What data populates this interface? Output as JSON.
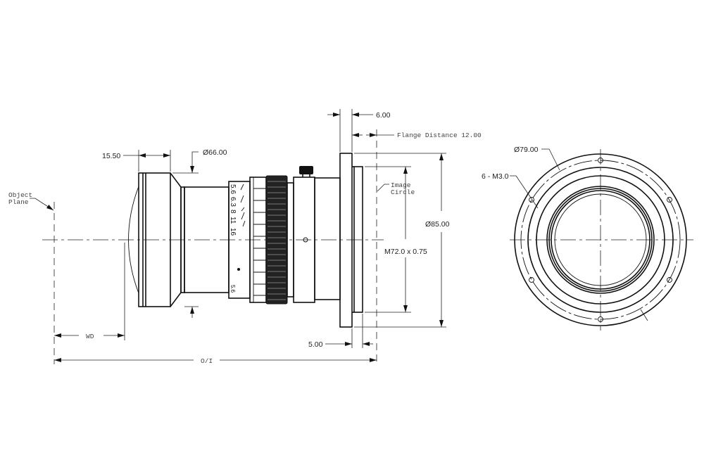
{
  "dimensions": {
    "front_length": "15.50",
    "front_diameter": "Ø66.00",
    "flange_thickness": "6.00",
    "flange_distance": "Flange Distance 12.00",
    "flange_diameter": "Ø85.00",
    "mount_thread": "M72.0 x 0.75",
    "mount_depth": "5.00",
    "working_distance": "WD",
    "object_to_image": "O/I",
    "bolt_circle": "Ø79.00",
    "mount_holes": "6 - M3.0"
  },
  "labels": {
    "object_plane_1": "Object",
    "object_plane_2": "Plane",
    "image_circle_1": "Image",
    "image_circle_2": "Circle"
  },
  "aperture_scale": [
    "5.6",
    "6.3",
    "8",
    "11",
    "16",
    "5.6"
  ]
}
